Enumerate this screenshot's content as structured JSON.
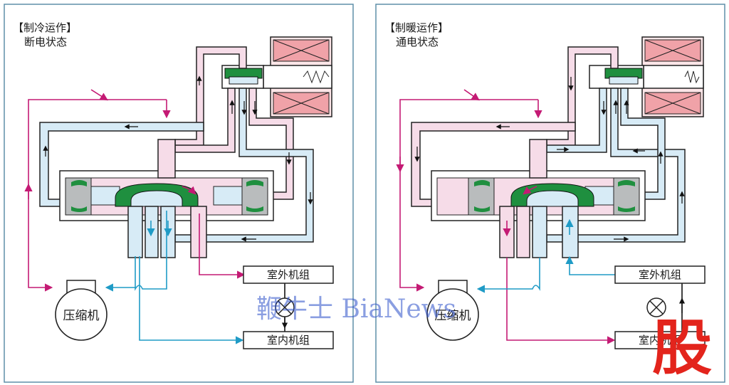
{
  "colors": {
    "frame": "#5f8fa8",
    "hot_pipe_fill": "#f6dce8",
    "cold_pipe_fill": "#d7ebf6",
    "pipe_stroke": "#2b2b2b",
    "hot_arrow": "#c41a74",
    "cold_arrow": "#1f9bc6",
    "seat_green": "#1f8f3f",
    "coil_fill": "#f0a2a8",
    "gray_part": "#b9bcbd",
    "watermark_blue": "#2a4fc8",
    "logo_red": "#e3241c"
  },
  "panels": [
    {
      "title": "【制冷运作】",
      "subtitle": "断电状态",
      "outdoor_unit": "室外机组",
      "indoor_unit": "室内机组",
      "compressor": "压缩机"
    },
    {
      "title": "【制暖运作】",
      "subtitle": "通电状态",
      "outdoor_unit": "室外机组",
      "indoor_unit": "室内机组",
      "compressor": "压缩机"
    }
  ],
  "watermark": {
    "text": "鞭牛士 BiaNews",
    "logo": "股"
  }
}
